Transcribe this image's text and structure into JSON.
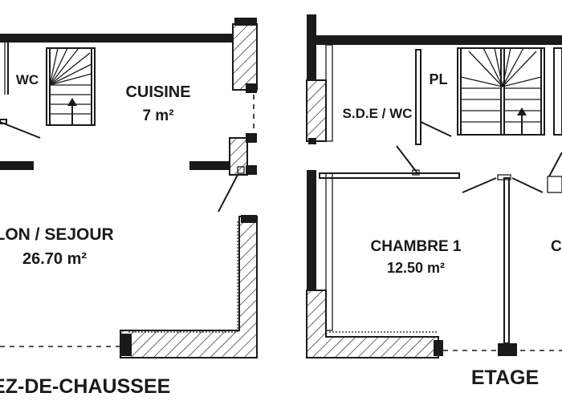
{
  "left_plan": {
    "rooms": {
      "wc": "WC",
      "kitchen_name": "CUISINE",
      "kitchen_area": "7 m²",
      "living_name": "SALON / SEJOUR",
      "living_area": "26.70 m²"
    },
    "level_title": "REZ-DE-CHAUSSEE"
  },
  "right_plan": {
    "rooms": {
      "pl": "PL",
      "sde_wc": "S.D.E / WC",
      "bedroom1_name": "CHAMBRE 1",
      "bedroom1_area": "12.50 m²",
      "bedroom2_partial": "C"
    },
    "level_title": "ETAGE"
  }
}
